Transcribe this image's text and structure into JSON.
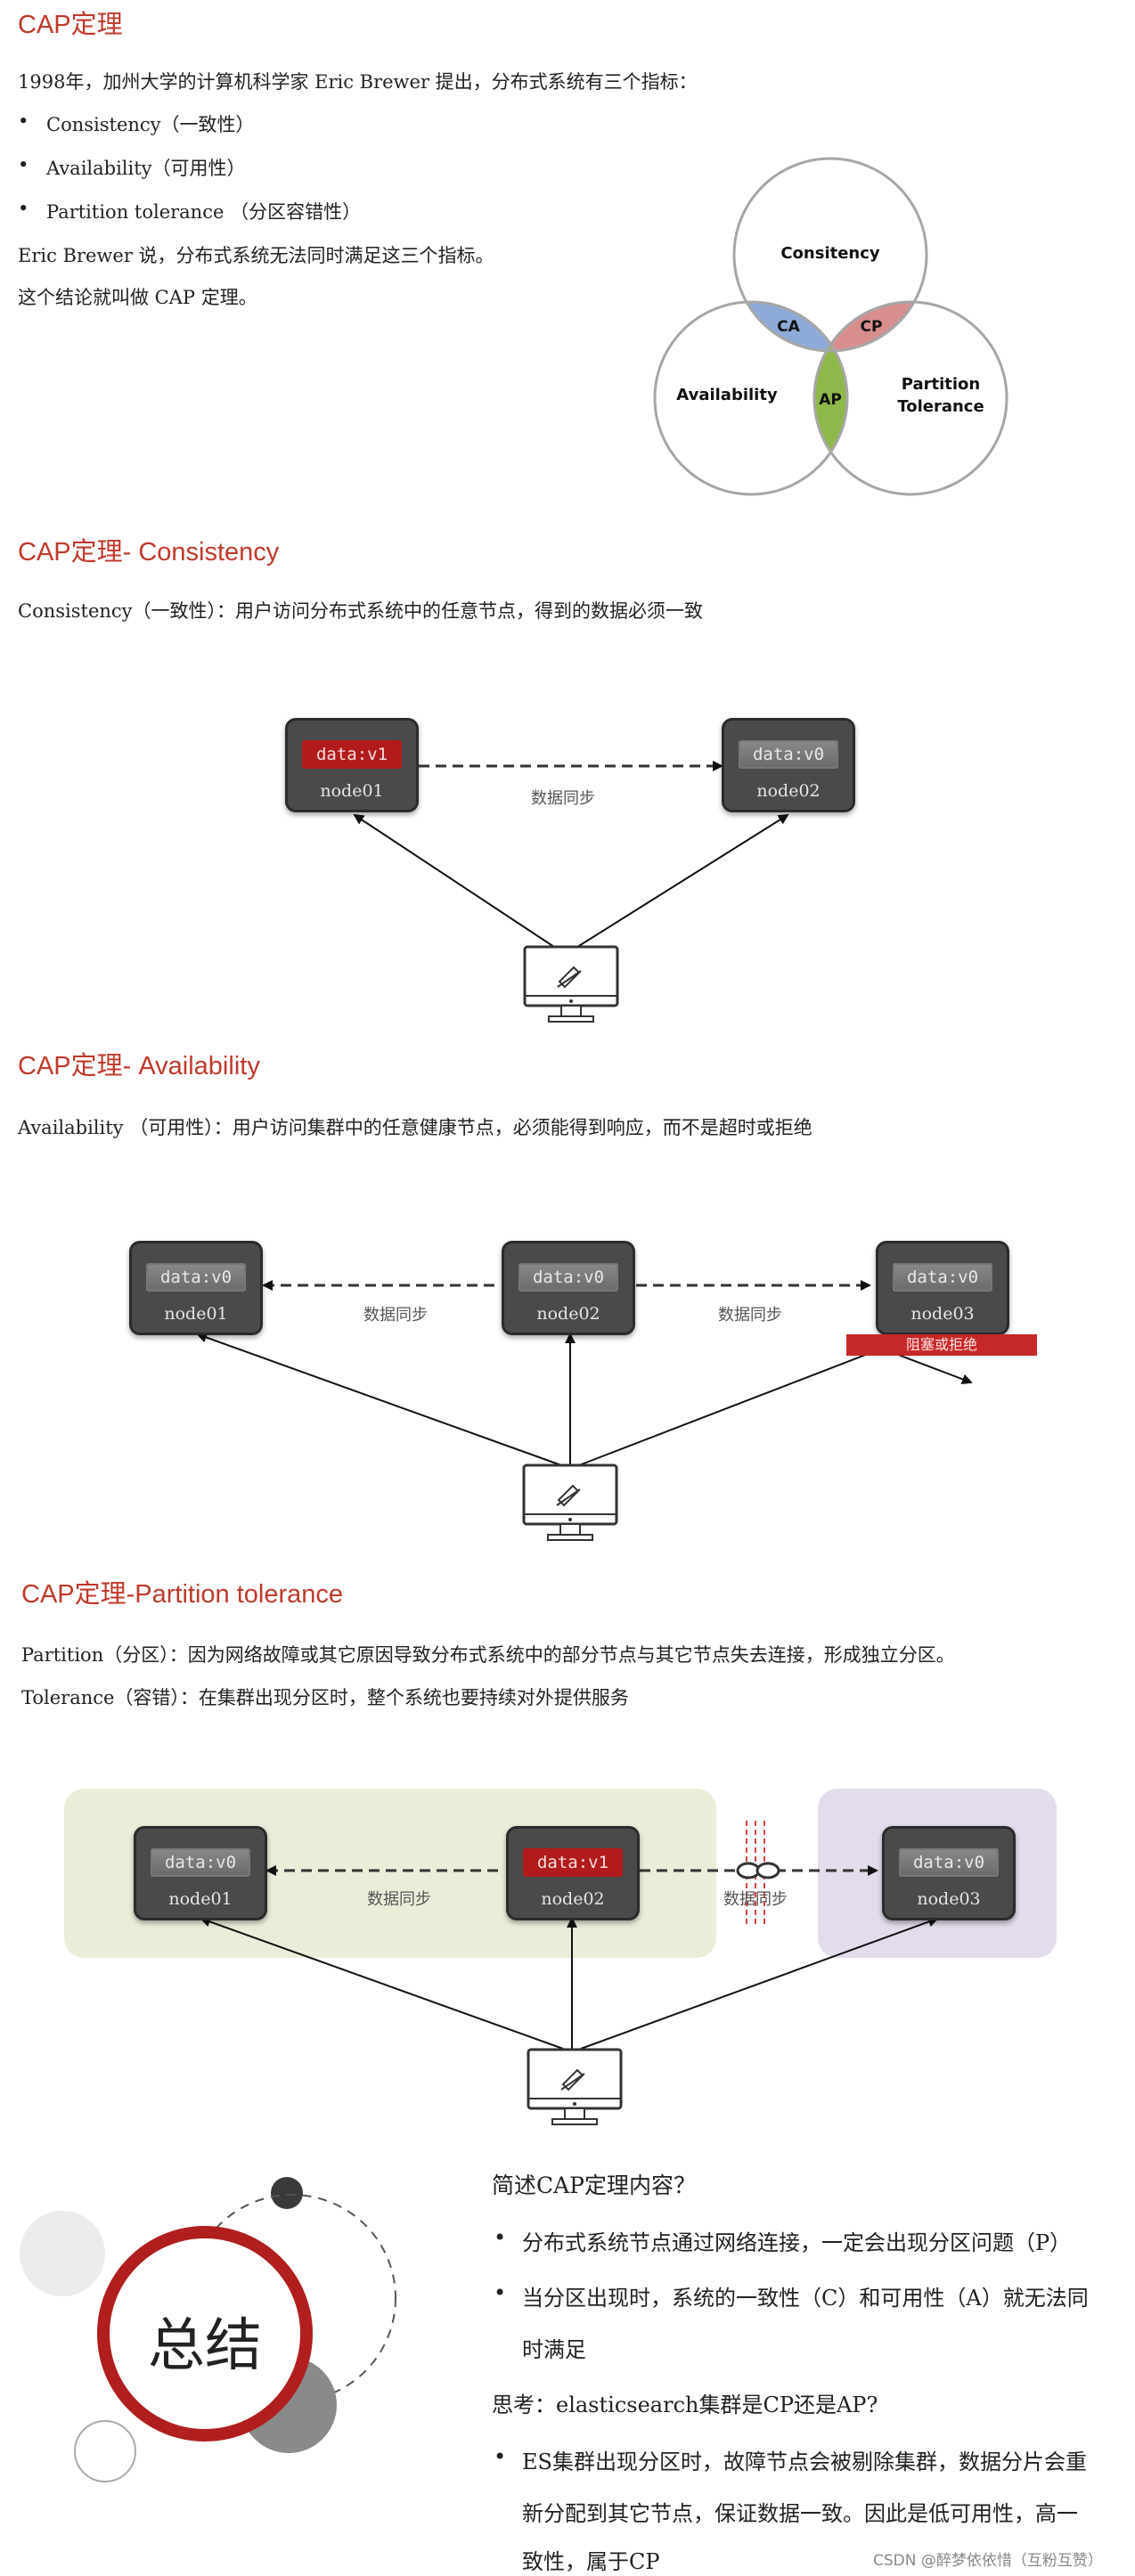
{
  "cap": {
    "title": "CAP定理",
    "intro": "1998年，加州大学的计算机科学家 Eric Brewer 提出，分布式系统有三个指标：",
    "bullets": [
      "Consistency（一致性）",
      "Availability（可用性）",
      "Partition tolerance （分区容错性）"
    ],
    "line1": "Eric Brewer 说，分布式系统无法同时满足这三个指标。",
    "line2": "这个结论就叫做 CAP 定理。",
    "venn": {
      "consistency": "Consitency",
      "availability": "Availability",
      "partition1": "Partition",
      "partition2": "Tolerance",
      "ca": "CA",
      "cp": "CP",
      "ap": "AP",
      "colors": {
        "ca": "#8eaad9",
        "cp": "#d98e8e",
        "ap": "#8fb84a",
        "circle": "#a6a6a6"
      }
    }
  },
  "consistency": {
    "title": "CAP定理- Consistency",
    "desc": "Consistency（一致性）：用户访问分布式系统中的任意节点，得到的数据必须一致",
    "node1": {
      "chip": "data:v1",
      "label": "node01"
    },
    "node2": {
      "chip": "data:v0",
      "label": "node02"
    },
    "sync": "数据同步"
  },
  "availability": {
    "title": "CAP定理- Availability",
    "desc": "Availability （可用性）：用户访问集群中的任意健康节点，必须能得到响应，而不是超时或拒绝",
    "node1": {
      "chip": "data:v0",
      "label": "node01"
    },
    "node2": {
      "chip": "data:v0",
      "label": "node02"
    },
    "node3": {
      "chip": "data:v0",
      "label": "node03"
    },
    "sync1": "数据同步",
    "sync2": "数据同步",
    "blocked": "阻塞或拒绝"
  },
  "partition": {
    "title": "CAP定理-Partition tolerance",
    "desc1": "Partition（分区）：因为网络故障或其它原因导致分布式系统中的部分节点与其它节点失去连接，形成独立分区。",
    "desc2": "Tolerance（容错）：在集群出现分区时，整个系统也要持续对外提供服务",
    "node1": {
      "chip": "data:v0",
      "label": "node01"
    },
    "node2": {
      "chip": "data:v1",
      "label": "node02"
    },
    "node3": {
      "chip": "data:v0",
      "label": "node03"
    },
    "sync1": "数据同步",
    "sync2": "数据同步"
  },
  "summary": {
    "badge": "总结",
    "question": "简述CAP定理内容？",
    "bullet1": "分布式系统节点通过网络连接，一定会出现分区问题（P）",
    "bullet2a": "当分区出现时，系统的一致性（C）和可用性（A）就无法同",
    "bullet2b": "时满足",
    "think": "思考：elasticsearch集群是CP还是AP?",
    "bullet3a": "ES集群出现分区时，故障节点会被剔除集群，数据分片会重",
    "bullet3b": "新分配到其它节点，保证数据一致。因此是低可用性，高一",
    "bullet3c": "致性，属于CP",
    "watermark": "CSDN @醉梦依依惜（互粉互赞）"
  }
}
